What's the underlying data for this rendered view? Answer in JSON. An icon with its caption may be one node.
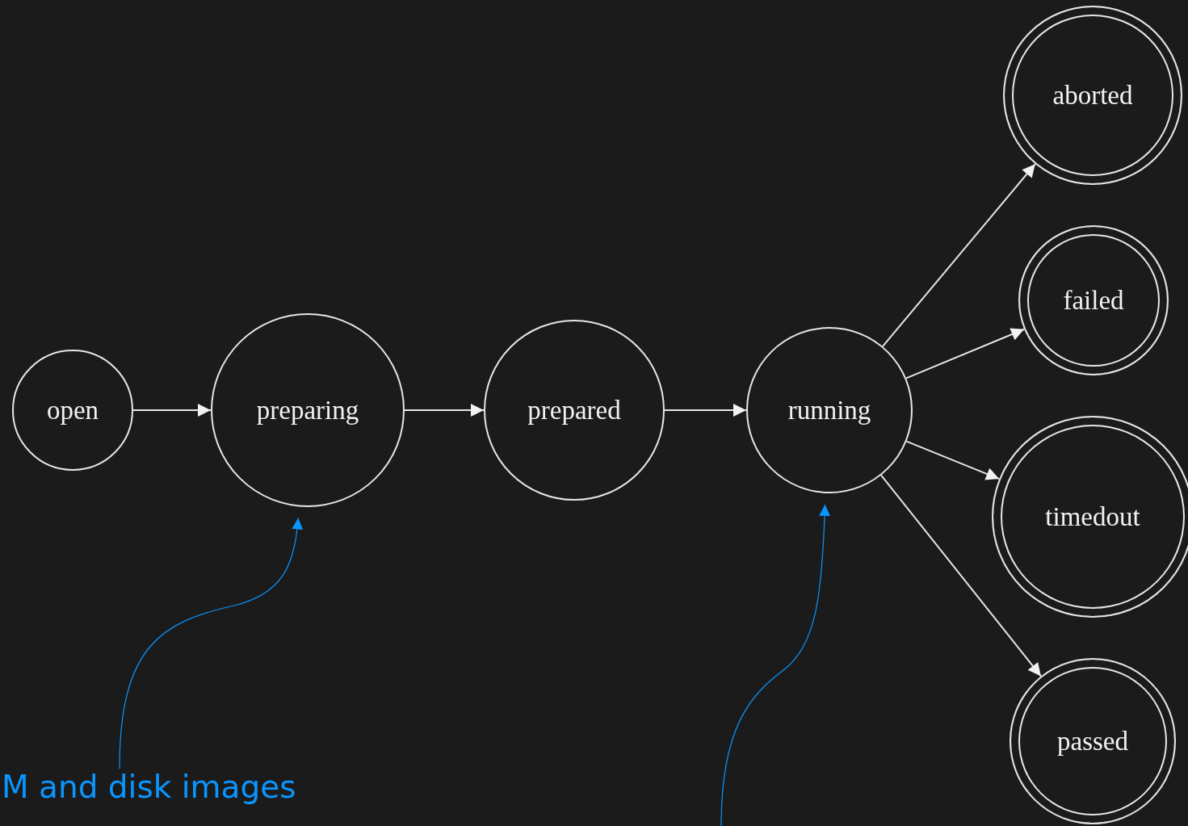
{
  "diagram": {
    "nodes": [
      {
        "text": [
          "open"
        ]
      },
      {
        "text": [
          "preparing"
        ]
      },
      {
        "text": [
          "prepared"
        ]
      },
      {
        "text": [
          "running"
        ]
      },
      {
        "text": [
          "aborted"
        ]
      },
      {
        "text": [
          "failed"
        ]
      },
      {
        "text": [
          "timedout"
        ]
      },
      {
        "text": [
          "passed"
        ]
      },
      {
        "text": [
          "M and disk images"
        ]
      }
    ],
    "edges": [
      {
        "from": 0,
        "to": 1,
        "arrow": "to"
      },
      {
        "from": 1,
        "to": 2,
        "arrow": "to"
      },
      {
        "from": 2,
        "to": 3,
        "arrow": "to"
      },
      {
        "from": 3,
        "to": 4,
        "arrow": "to"
      },
      {
        "from": 3,
        "to": 5,
        "arrow": "to"
      },
      {
        "from": 3,
        "to": 6,
        "arrow": "to"
      },
      {
        "from": 3,
        "to": 7,
        "arrow": "to"
      },
      {
        "from": 8,
        "to": 1,
        "arrow": "to",
        "color": "#0a95ff"
      },
      {
        "from": null,
        "to": 3,
        "arrow": "to",
        "color": "#0a95ff"
      }
    ]
  }
}
